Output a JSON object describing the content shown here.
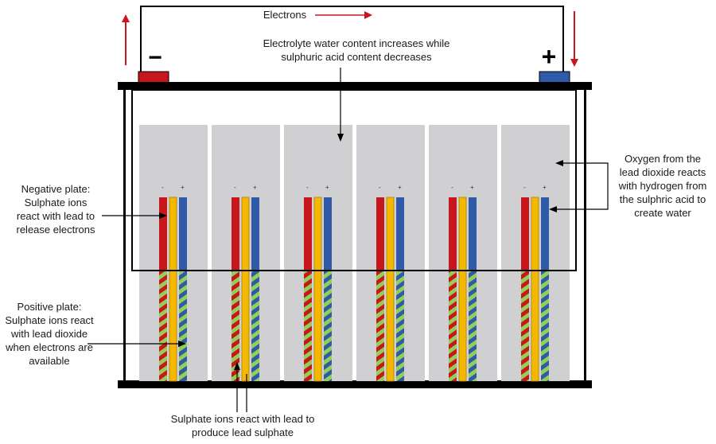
{
  "labels": {
    "electrons": "Electrons",
    "negative_terminal": "−",
    "positive_terminal": "+",
    "cell_neg_mark": "-",
    "cell_pos_mark": "+",
    "electrolyte": [
      "Electrolyte water content increases while",
      "sulphuric acid content decreases"
    ],
    "negative_plate": [
      "Negative plate:",
      "Sulphate ions",
      "react with lead to",
      "release electrons"
    ],
    "positive_plate": [
      "Positive plate:",
      "Sulphate ions react",
      "with lead dioxide",
      "when electrons are",
      "available"
    ],
    "oxygen": [
      "Oxygen from the",
      "lead dioxide reacts",
      "with hydrogen from",
      "the sulphric acid to",
      "create water"
    ],
    "sulphate": [
      "Sulphate ions react with lead to",
      "produce lead sulphate"
    ]
  },
  "colors": {
    "negative": "#c8161d",
    "positive": "#2e5aa8",
    "separator": "#f5b800",
    "sulphate": "#93cf56",
    "cell_bg": "#d0cfd1",
    "frame": "#000000",
    "arrow_red": "#c8161d"
  },
  "cells": [
    "cell-1",
    "cell-2",
    "cell-3",
    "cell-4",
    "cell-5",
    "cell-6"
  ]
}
